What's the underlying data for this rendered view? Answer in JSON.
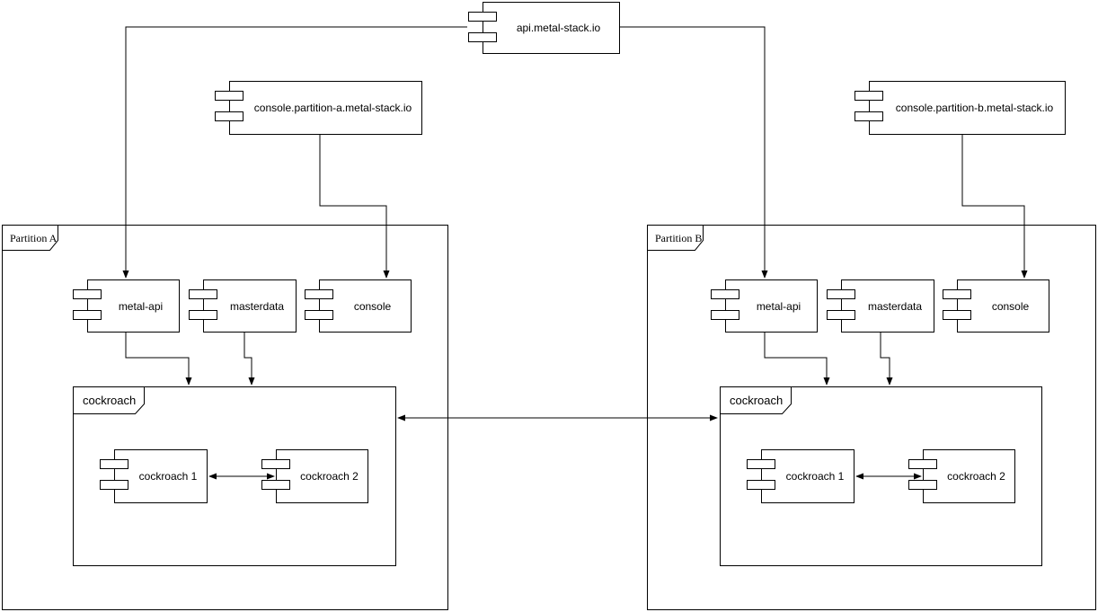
{
  "diagram": {
    "colors": {
      "stroke": "#000000",
      "fill": "#ffffff"
    },
    "nodes": {
      "api": {
        "label": "api.metal-stack.io"
      },
      "console_a": {
        "label": "console.partition-a.metal-stack.io"
      },
      "console_b": {
        "label": "console.partition-b.metal-stack.io"
      }
    },
    "partition_a": {
      "label": "Partition A",
      "metal_api": {
        "label": "metal-api"
      },
      "masterdata": {
        "label": "masterdata"
      },
      "console": {
        "label": "console"
      },
      "cockroach": {
        "label": "cockroach",
        "node1": {
          "label": "cockroach 1"
        },
        "node2": {
          "label": "cockroach 2"
        }
      }
    },
    "partition_b": {
      "label": "Partition B",
      "metal_api": {
        "label": "metal-api"
      },
      "masterdata": {
        "label": "masterdata"
      },
      "console": {
        "label": "console"
      },
      "cockroach": {
        "label": "cockroach",
        "node1": {
          "label": "cockroach 1"
        },
        "node2": {
          "label": "cockroach 2"
        }
      }
    }
  }
}
